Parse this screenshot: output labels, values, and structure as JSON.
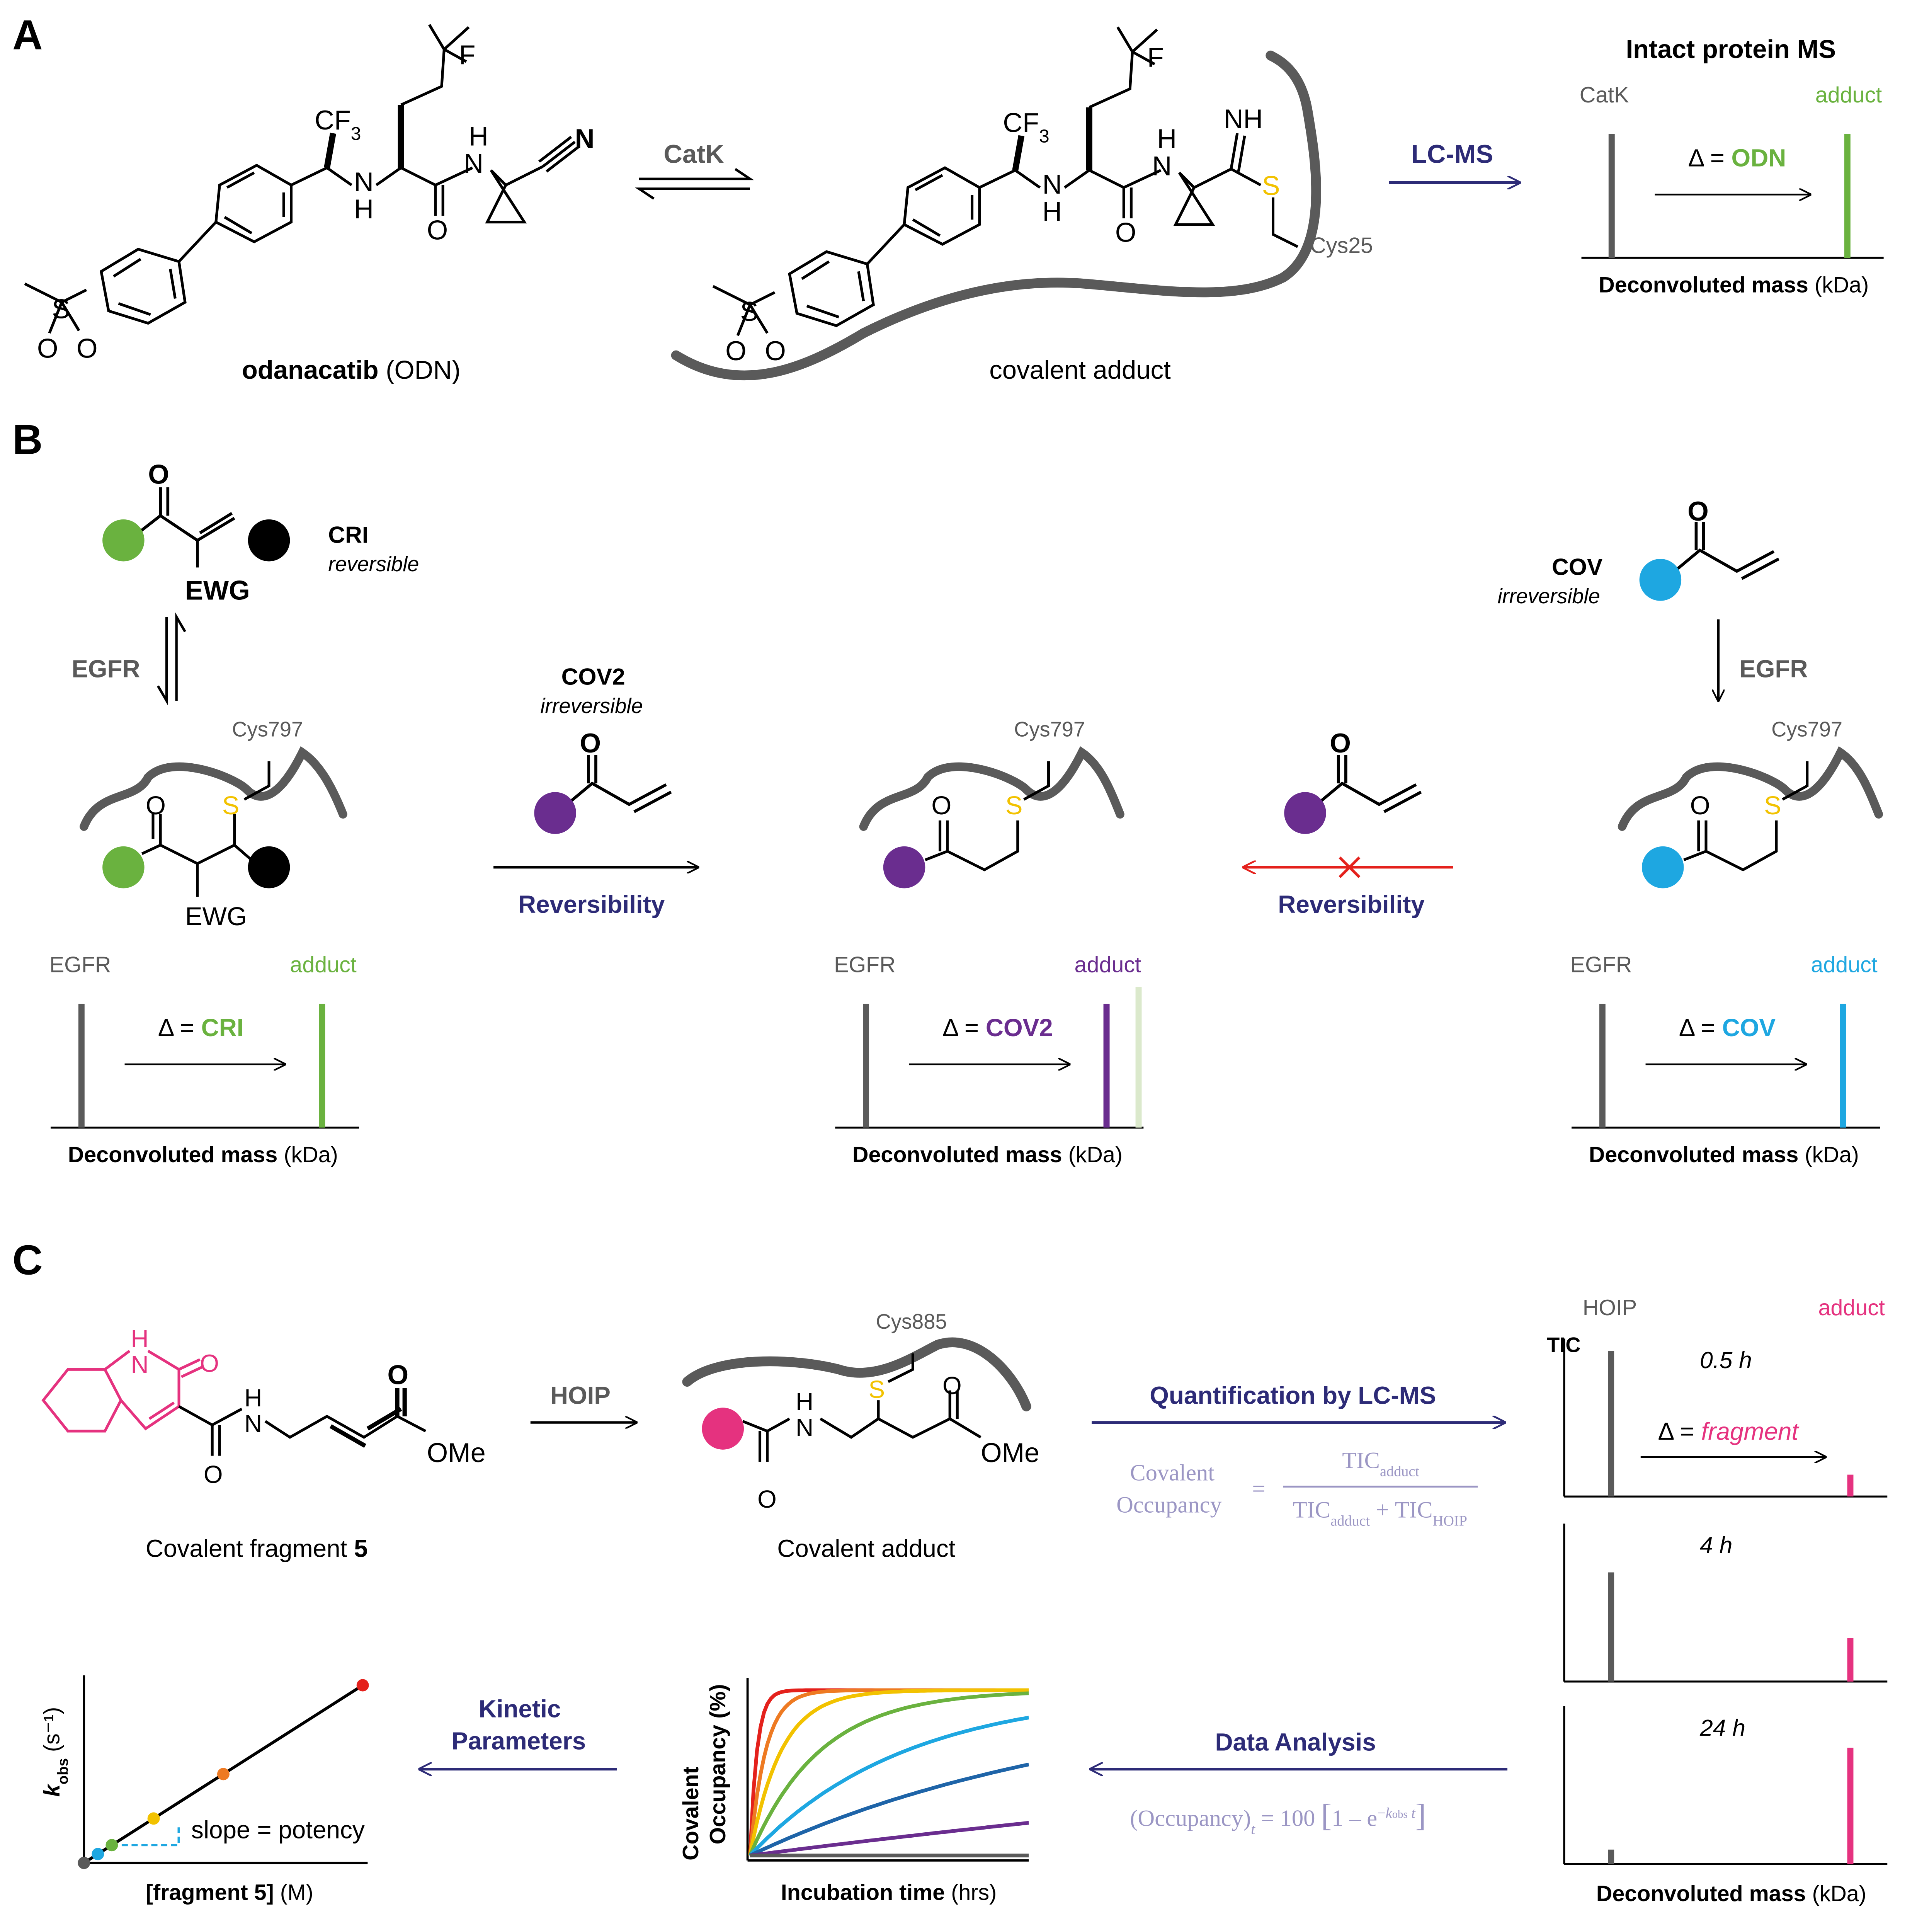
{
  "panel_a": {
    "label": "A",
    "ms_title": "Intact protein MS",
    "odn_name": "odanacatib",
    "odn_abbr": "(ODN)",
    "catk_arrow": "CatK",
    "adduct_caption": "covalent adduct",
    "lcms_label": "LC-MS",
    "cys_label": "Cys25",
    "spectrum": {
      "left_label": "CatK",
      "right_label": "adduct",
      "delta_prefix": "Δ =",
      "delta_value": "ODN",
      "xlabel_bold": "Deconvoluted mass",
      "xlabel_unit": "(kDa)"
    }
  },
  "panel_b": {
    "label": "B",
    "cri_title": "CRI",
    "cri_sub": "reversible",
    "cov_title": "COV",
    "cov_sub": "irreversible",
    "cov2_title": "COV2",
    "cov2_sub": "irreversible",
    "egfr_left": "EGFR",
    "egfr_right": "EGFR",
    "ewg_top": "EWG",
    "ewg_bottom": "EWG",
    "cys_label": "Cys797",
    "reversibility": "Reversibility",
    "spectra": [
      {
        "left_label": "EGFR",
        "right_label": "adduct",
        "delta_prefix": "Δ =",
        "delta_value": "CRI",
        "xlabel_bold": "Deconvoluted mass",
        "xlabel_unit": "(kDa)"
      },
      {
        "left_label": "EGFR",
        "right_label": "adduct",
        "delta_prefix": "Δ =",
        "delta_value": "COV2",
        "xlabel_bold": "Deconvoluted mass",
        "xlabel_unit": "(kDa)"
      },
      {
        "left_label": "EGFR",
        "right_label": "adduct",
        "delta_prefix": "Δ =",
        "delta_value": "COV",
        "xlabel_bold": "Deconvoluted mass",
        "xlabel_unit": "(kDa)"
      }
    ]
  },
  "panel_c": {
    "label": "C",
    "fragment_caption": "Covalent fragment",
    "fragment_number": "5",
    "hoip_arrow": "HOIP",
    "adduct_caption": "Covalent adduct",
    "cys_label": "Cys885",
    "ome": "OMe",
    "quant_label": "Quantification by LC-MS",
    "occupancy_lhs_1": "Covalent",
    "occupancy_lhs_2": "Occupancy",
    "eq_sign": "=",
    "tic": "TIC",
    "sub_adduct": "adduct",
    "sub_hoip": "HOIP",
    "plus": "+",
    "data_analysis": "Data Analysis",
    "kinetic_1": "Kinetic",
    "kinetic_2": "Parameters",
    "fit_eq": {
      "lhs": "(Occupancy)",
      "t": "t",
      "rhs": "= 100",
      "one_minus_e": "1 – e",
      "k": "k",
      "obs": "obs"
    },
    "spectrum": {
      "left_label": "HOIP",
      "right_label": "adduct",
      "y_label": "TIC",
      "delta_prefix": "Δ =",
      "delta_value": "fragment",
      "times": [
        "0.5 h",
        "4 h",
        "24 h"
      ],
      "xlabel_bold": "Deconvoluted mass",
      "xlabel_unit": "(kDa)"
    },
    "occupancy_plot": {
      "ylabel_1": "Covalent",
      "ylabel_2": "Occupancy (%)",
      "xlabel_bold": "Incubation time",
      "xlabel_unit": "(hrs)"
    },
    "kobs_plot": {
      "ylabel": "k",
      "ylabel_sub": "obs",
      "ylabel_unit": "(s⁻¹)",
      "xlabel_bold": "[fragment 5]",
      "xlabel_unit": "(M)",
      "slope_label": "slope = potency"
    }
  },
  "colors": {
    "gray": "#5a5a5a",
    "green": "#6ab23f",
    "purple": "#6a2d8f",
    "cyan": "#1ea7e1",
    "magenta": "#e5327f",
    "navy": "#2d2b77",
    "red": "#e4211c",
    "yellow": "#f2c200",
    "lavender": "#9b96c4"
  },
  "chart_data": [
    {
      "type": "bar",
      "title": "Intact protein MS",
      "xlabel": "Deconvoluted mass (kDa)",
      "categories": [
        "CatK",
        "adduct"
      ],
      "values": [
        1,
        1
      ]
    },
    {
      "type": "bar",
      "xlabel": "Deconvoluted mass (kDa)",
      "categories": [
        "EGFR",
        "adduct"
      ],
      "values": [
        1,
        1
      ],
      "annotation": "Δ = CRI"
    },
    {
      "type": "bar",
      "xlabel": "Deconvoluted mass (kDa)",
      "categories": [
        "EGFR",
        "adduct"
      ],
      "values": [
        1,
        1
      ],
      "annotation": "Δ = COV2"
    },
    {
      "type": "bar",
      "xlabel": "Deconvoluted mass (kDa)",
      "categories": [
        "EGFR",
        "adduct"
      ],
      "values": [
        1,
        1
      ],
      "annotation": "Δ = COV"
    },
    {
      "type": "bar",
      "ylabel": "TIC",
      "xlabel": "Deconvoluted mass (kDa)",
      "categories": [
        "HOIP",
        "adduct"
      ],
      "series": [
        {
          "name": "0.5 h",
          "values": [
            1.0,
            0.15
          ]
        },
        {
          "name": "4 h",
          "values": [
            0.75,
            0.3
          ]
        },
        {
          "name": "24 h",
          "values": [
            0.1,
            0.8
          ]
        }
      ]
    },
    {
      "type": "line",
      "xlabel": "Incubation time (hrs)",
      "ylabel": "Covalent Occupancy (%)",
      "ylim": [
        0,
        100
      ],
      "series": [
        {
          "color": "#e4211c",
          "k": 40
        },
        {
          "color": "#ee7a22",
          "k": 18
        },
        {
          "color": "#f2c200",
          "k": 9
        },
        {
          "color": "#6ab23f",
          "k": 4
        },
        {
          "color": "#1ea7e1",
          "k": 1.8
        },
        {
          "color": "#1e64a8",
          "k": 0.8
        },
        {
          "color": "#6a2d8f",
          "k": 0.22
        },
        {
          "color": "#5a5a5a",
          "k": 0
        }
      ]
    },
    {
      "type": "scatter",
      "xlabel": "[fragment 5] (M)",
      "ylabel": "kobs (s⁻¹)",
      "x": [
        0,
        0.05,
        0.1,
        0.25,
        0.5,
        1.0
      ],
      "y": [
        0,
        0.05,
        0.1,
        0.25,
        0.5,
        1.0
      ],
      "point_colors": [
        "#5a5a5a",
        "#1ea7e1",
        "#6ab23f",
        "#f2c200",
        "#ee7a22",
        "#e4211c"
      ],
      "fit": "linear",
      "annotation": "slope = potency"
    }
  ]
}
